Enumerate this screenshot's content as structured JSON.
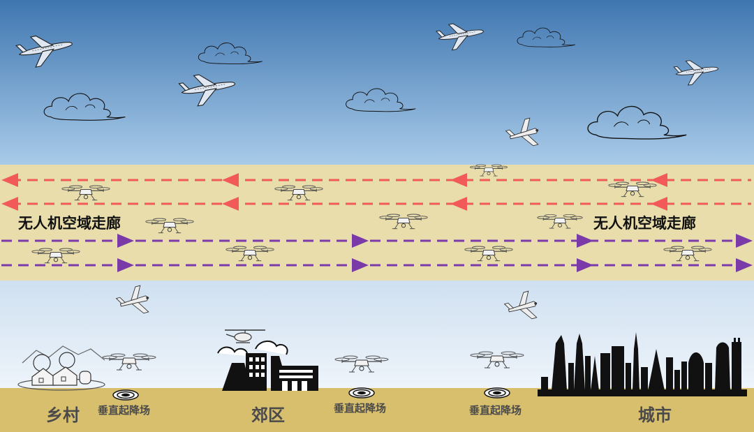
{
  "corridor_labels": [
    "无人机空域走廊",
    "无人机空域走廊"
  ],
  "zones": [
    "乡村",
    "郊区",
    "城市"
  ],
  "pad_label": "垂直起降场",
  "colors": {
    "sky_top": "#3f76b0",
    "sky_bottom": "#a9cbe9",
    "corridor": "#e8ddab",
    "lower_sky": "#dce9f5",
    "ground": "#d8bf6e",
    "westbound_lane": "#f25a5a",
    "eastbound_lane": "#7a3aa8"
  },
  "icons": [
    "airplane-icon",
    "cloud-icon",
    "drone-icon",
    "helicopter-icon",
    "vertiport-pad-icon",
    "village-icon",
    "factory-icon",
    "city-skyline-icon"
  ]
}
